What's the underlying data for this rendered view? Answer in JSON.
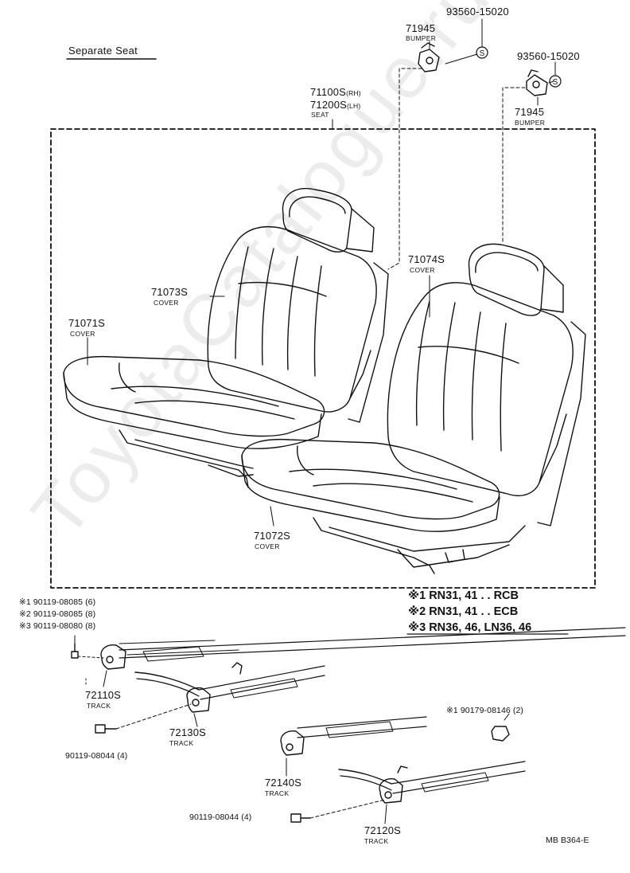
{
  "title": "Separate Seat",
  "parts": {
    "p93560_a": "93560-15020",
    "p71945_a": "71945",
    "bumper_a": "BUMPER",
    "p93560_b": "93560-15020",
    "p71945_b": "71945",
    "bumper_b": "BUMPER",
    "seat_rh": "71100S",
    "seat_rh_tag": "(RH)",
    "seat_lh": "71200S",
    "seat_lh_tag": "(LH)",
    "seat_word": "SEAT",
    "p71073": "71073S",
    "cover_71073": "COVER",
    "p71071": "71071S",
    "cover_71071": "COVER",
    "p71074": "71074S",
    "cover_71074": "COVER",
    "p71072": "71072S",
    "cover_71072": "COVER",
    "p72110": "72110S",
    "track_72110": "TRACK",
    "p72130": "72130S",
    "track_72130": "TRACK",
    "p72140": "72140S",
    "track_72140": "TRACK",
    "p72120": "72120S",
    "track_72120": "TRACK",
    "bolt_a": "90119-08044 (4)",
    "bolt_b": "90119-08044 (4)",
    "nut_ref": "※1 90179-08146 (2)"
  },
  "bolt_notes": [
    "※1 90119-08085 (6)",
    "※2 90119-08085 (8)",
    "※3 90119-08080 (8)"
  ],
  "legend": [
    "※1 RN31, 41 . . RCB",
    "※2 RN31, 41 . . ECB",
    "※3 RN36, 46, LN36, 46"
  ],
  "screw_symbol": "S",
  "diagram_code": "MB B364-E",
  "watermark": "ToyotaCatalogue.ru"
}
